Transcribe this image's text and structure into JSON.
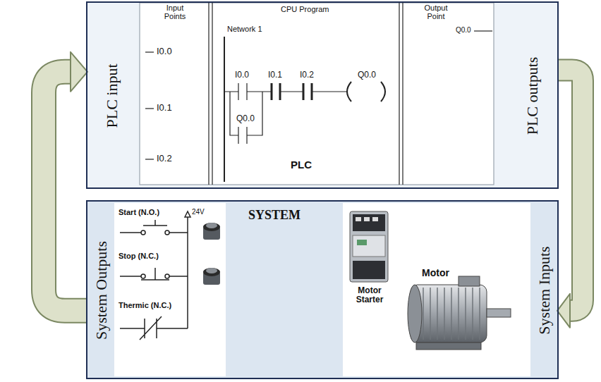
{
  "diagram": {
    "nodes": [
      {
        "text": [
          "PLC"
        ]
      },
      {
        "text": [
          "PLC input"
        ],
        "in": 0
      },
      {
        "text": [
          "PLC outputs"
        ],
        "in": 0
      },
      {
        "text": [
          "SYSTEM"
        ]
      },
      {
        "text": [
          "System Outputs"
        ],
        "in": 3
      },
      {
        "text": [
          "System Inputs"
        ],
        "in": 3
      }
    ],
    "edges": [
      {
        "from": 2,
        "to": 5,
        "arrow": "to"
      },
      {
        "from": 4,
        "to": 1,
        "arrow": "to"
      }
    ],
    "labels": [
      "Input Points",
      "CPU Program",
      "Network 1",
      "Output Point",
      "Q0.0",
      "I0.0",
      "I0.1",
      "I0.2",
      "I0.0",
      "I0.1",
      "I0.2",
      "Q0.0",
      "Q0.0",
      "24V",
      "Start (N.O.)",
      "Stop (N.C.)",
      "Thermic (N.C.)",
      "Motor Starter",
      "Motor"
    ]
  }
}
